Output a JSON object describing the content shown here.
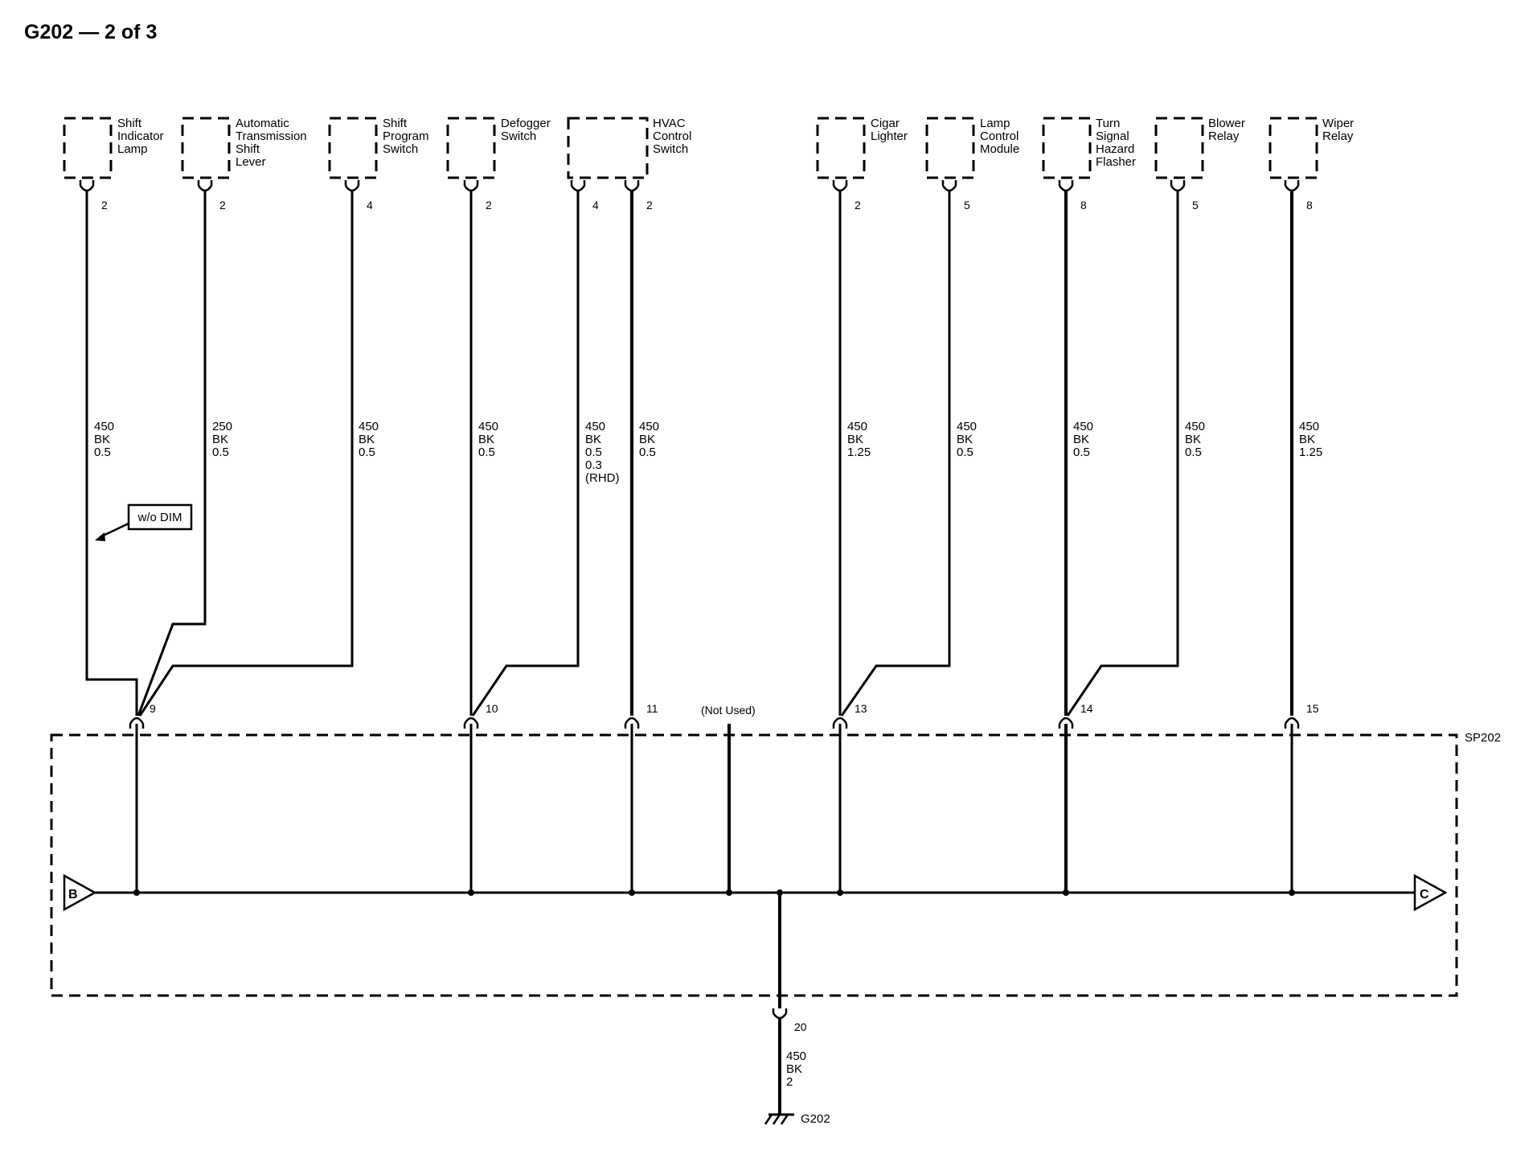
{
  "title": "G202 — 2 of 3",
  "components": [
    {
      "id": "shift-indicator-lamp",
      "lines": [
        "Shift",
        "Indicator",
        "Lamp"
      ]
    },
    {
      "id": "automatic-transmission-shift-lever",
      "lines": [
        "Automatic",
        "Transmission",
        "Shift",
        "Lever"
      ]
    },
    {
      "id": "shift-program-switch",
      "lines": [
        "Shift",
        "Program",
        "Switch"
      ]
    },
    {
      "id": "defogger-switch",
      "lines": [
        "Defogger",
        "Switch"
      ]
    },
    {
      "id": "hvac-control-switch",
      "lines": [
        "HVAC",
        "Control",
        "Switch"
      ]
    },
    {
      "id": "cigar-lighter",
      "lines": [
        "Cigar",
        "Lighter"
      ]
    },
    {
      "id": "lamp-control-module",
      "lines": [
        "Lamp",
        "Control",
        "Module"
      ]
    },
    {
      "id": "turn-signal-hazard-flasher",
      "lines": [
        "Turn",
        "Signal",
        "Hazard",
        "Flasher"
      ]
    },
    {
      "id": "blower-relay",
      "lines": [
        "Blower",
        "Relay"
      ]
    },
    {
      "id": "wiper-relay",
      "lines": [
        "Wiper",
        "Relay"
      ]
    }
  ],
  "pins": [
    "2",
    "2",
    "4",
    "2",
    "4",
    "2",
    "2",
    "5",
    "8",
    "5",
    "8"
  ],
  "wires": [
    {
      "lines": [
        "450",
        "BK",
        "0.5"
      ]
    },
    {
      "lines": [
        "250",
        "BK",
        "0.5"
      ]
    },
    {
      "lines": [
        "450",
        "BK",
        "0.5"
      ]
    },
    {
      "lines": [
        "450",
        "BK",
        "0.5"
      ]
    },
    {
      "lines": [
        "450",
        "BK",
        "0.5",
        "0.3",
        "(RHD)"
      ]
    },
    {
      "lines": [
        "450",
        "BK",
        "0.5"
      ]
    },
    {
      "lines": [
        "450",
        "BK",
        "1.25"
      ]
    },
    {
      "lines": [
        "450",
        "BK",
        "0.5"
      ]
    },
    {
      "lines": [
        "450",
        "BK",
        "0.5"
      ]
    },
    {
      "lines": [
        "450",
        "BK",
        "0.5"
      ]
    },
    {
      "lines": [
        "450",
        "BK",
        "1.25"
      ]
    }
  ],
  "option_note": "w/o DIM",
  "splice_pins": [
    "9",
    "10",
    "11",
    "(Not Used)",
    "13",
    "14",
    "15"
  ],
  "splice_name": "SP202",
  "bus_ends": {
    "left": "B",
    "right": "C"
  },
  "ground": {
    "pin": "20",
    "wire_lines": [
      "450",
      "BK",
      "2"
    ],
    "name": "G202"
  }
}
